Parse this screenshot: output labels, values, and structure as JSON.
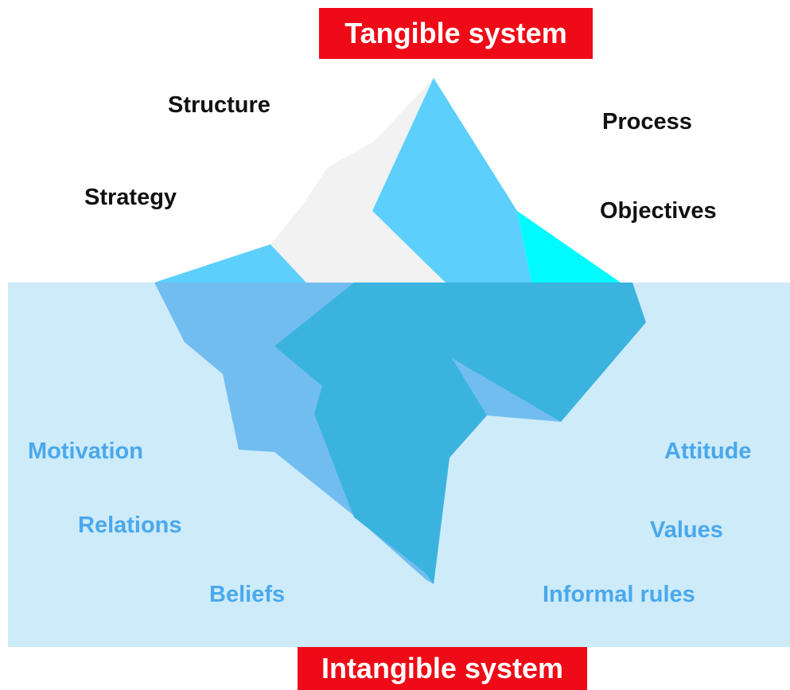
{
  "banners": {
    "top": "Tangible system",
    "bottom": "Intangible system"
  },
  "above_water": {
    "structure": "Structure",
    "strategy": "Strategy",
    "process": "Process",
    "objectives": "Objectives"
  },
  "below_water": {
    "motivation": "Motivation",
    "relations": "Relations",
    "beliefs": "Beliefs",
    "attitude": "Attitude",
    "values": "Values",
    "informal_rules": "Informal rules"
  },
  "colors": {
    "banner": "#ee0a16",
    "water": "#cdebf9",
    "ice_light": "#5ccffc",
    "ice_snow": "#f2f2f2",
    "ice_cyan": "#00fbff",
    "ice_under_light": "#72bdf0",
    "ice_under_dark": "#3bb3df",
    "above_text": "#111111",
    "below_text": "#4aa8ec"
  }
}
